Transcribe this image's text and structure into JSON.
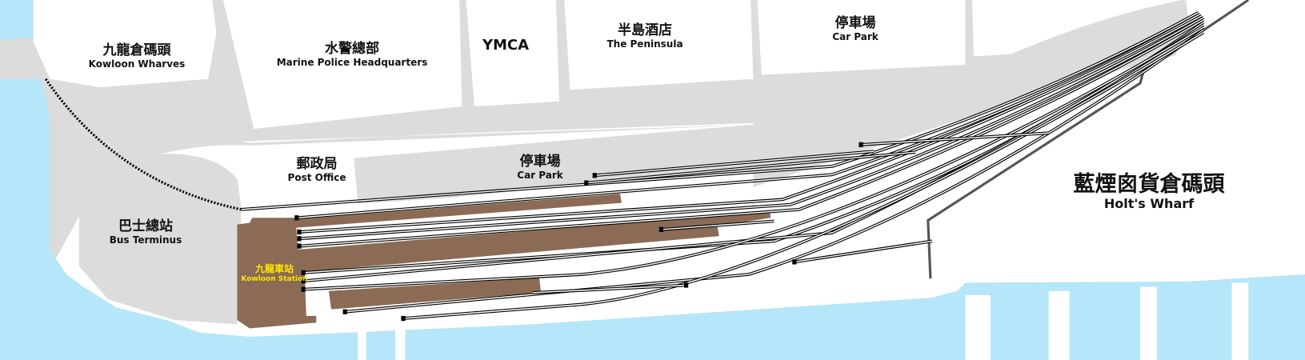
{
  "colors": {
    "sea": "#b5e6f9",
    "road": "#dcdcdc",
    "land": "#ffffff",
    "station": "#8b6b55",
    "track": "#000000",
    "wharf_boundary": "#555555",
    "station_label": "#ffe600"
  },
  "labels": {
    "kowloon_wharves": {
      "zh": "九龍倉碼頭",
      "en": "Kowloon Wharves"
    },
    "marine_police": {
      "zh": "水警總部",
      "en": "Marine Police Headquarters"
    },
    "ymca": {
      "en": "YMCA"
    },
    "peninsula": {
      "zh": "半島酒店",
      "en": "The Peninsula"
    },
    "car_park_north": {
      "zh": "停車場",
      "en": "Car Park"
    },
    "post_office": {
      "zh": "郵政局",
      "en": "Post Office"
    },
    "car_park": {
      "zh": "停車場",
      "en": "Car Park"
    },
    "bus_terminus": {
      "zh": "巴士總站",
      "en": "Bus Terminus"
    },
    "kowloon_station": {
      "zh": "九龍車站",
      "en": "Kowloon Station"
    },
    "holts_wharf": {
      "zh": "藍煙囪貨倉碼頭",
      "en": "Holt's Wharf"
    }
  }
}
